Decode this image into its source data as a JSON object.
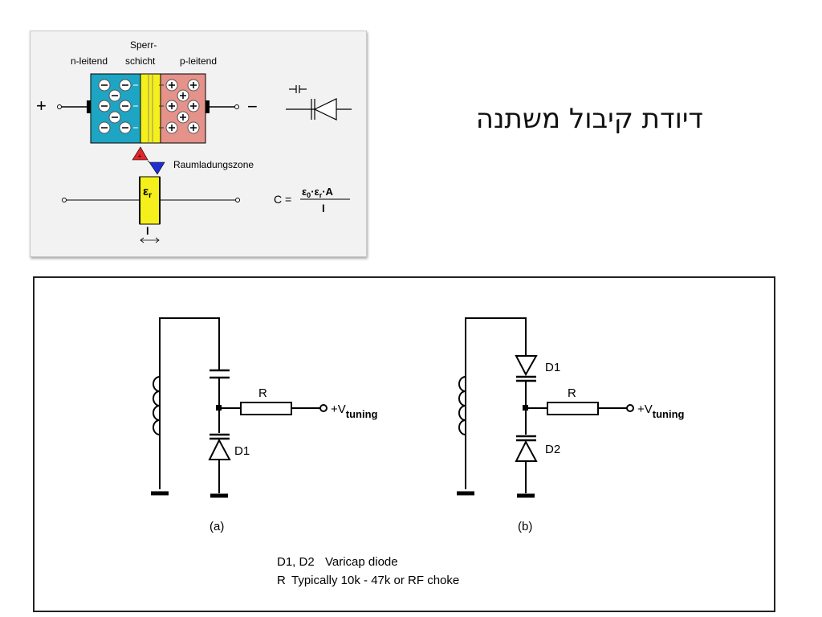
{
  "top_figure": {
    "n_label": "n-leitend",
    "sperr_label_1": "Sperr-",
    "sperr_label_2": "schicht",
    "p_label": "p-leitend",
    "plus": "+",
    "minus": "−",
    "raum_label": "Raumladungszone",
    "eps_r": "εr",
    "length": "l",
    "formula_lhs": "C =",
    "formula_num": "ε0·εr·A",
    "formula_den": "l"
  },
  "title": "דיודת קיבול משתנה",
  "bottom_figure": {
    "circuit_a": {
      "caption": "(a)",
      "resistor": "R",
      "diode": "D1",
      "supply_main": "+V",
      "supply_sub": "tuning"
    },
    "circuit_b": {
      "caption": "(b)",
      "resistor": "R",
      "diode_top": "D1",
      "diode_bottom": "D2",
      "supply_main": "+V",
      "supply_sub": "tuning"
    },
    "legend_line1_key": "D1, D2",
    "legend_line1_val": "Varicap diode",
    "legend_line2_key": "R",
    "legend_line2_val": "Typically 10k - 47k or RF choke"
  },
  "colors": {
    "n_region": "#1fa5c4",
    "depletion": "#f5ef1c",
    "p_region": "#e5928a"
  }
}
